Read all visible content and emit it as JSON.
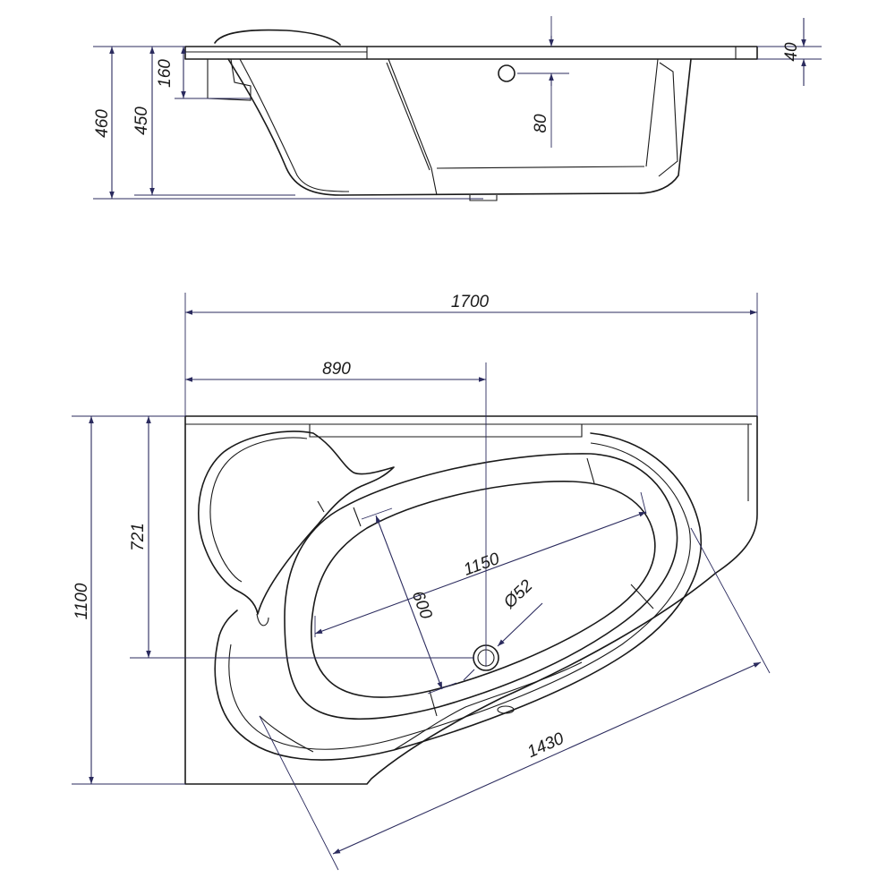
{
  "side_view": {
    "dimensions": {
      "overall_height": "460",
      "inner_height": "450",
      "headrest_height": "160",
      "overflow_drop": "80",
      "rim_thickness": "40"
    }
  },
  "top_view": {
    "dimensions": {
      "overall_length": "1700",
      "drain_offset": "890",
      "overall_width": "1100",
      "drain_height": "721",
      "basin_length": "1150",
      "basin_width": "600",
      "drain_diameter": "Ø52",
      "front_length": "1430"
    }
  },
  "colors": {
    "outline": "#1a1a1a",
    "dimension_line": "#2b2b5e",
    "background": "#ffffff"
  }
}
